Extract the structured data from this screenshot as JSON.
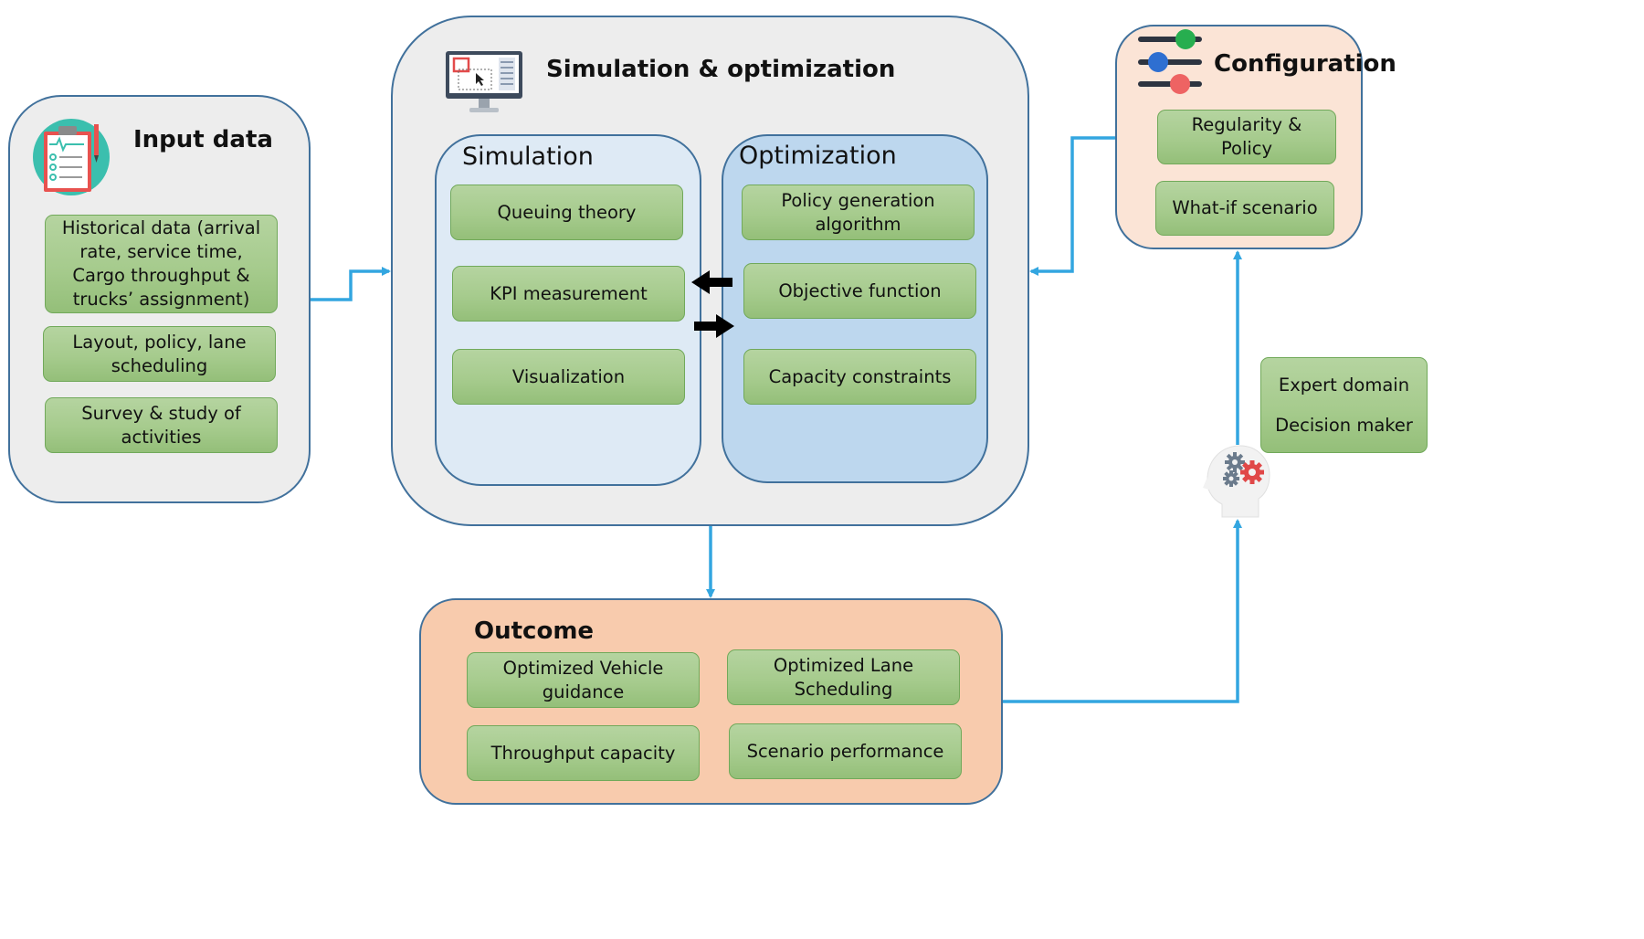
{
  "colors": {
    "panel_border": "#41719c",
    "panel_fill": "#ededed",
    "simulation_fill": "#deeaf5",
    "optimization_fill": "#bdd7ee",
    "outcome_fill": "#f8cbad",
    "config_fill": "#fbe4d6",
    "green_box": "#a9d18e",
    "connector": "#33a6e0",
    "arrow": "#000000"
  },
  "input_data": {
    "title": "Input data",
    "icon": "clipboard-checklist-icon",
    "items": [
      "Historical data (arrival rate, service time, Cargo throughput & trucks’ assignment)",
      "Layout, policy, lane scheduling",
      "Survey & study of activities"
    ]
  },
  "simulation_optimization": {
    "title": "Simulation & optimization",
    "icon": "computer-monitor-icon",
    "simulation": {
      "title": "Simulation",
      "items": [
        "Queuing theory",
        "KPI measurement",
        "Visualization"
      ]
    },
    "optimization": {
      "title": "Optimization",
      "items": [
        "Policy generation algorithm",
        "Objective function",
        "Capacity constraints"
      ]
    }
  },
  "configuration": {
    "title": "Configuration",
    "icon": "sliders-icon",
    "items": [
      "Regularity & Policy",
      "What-if scenario"
    ]
  },
  "expert": {
    "items": [
      "Expert domain",
      "Decision maker"
    ],
    "icon": "head-gears-icon"
  },
  "outcome": {
    "title": "Outcome",
    "items": [
      "Optimized Vehicle guidance",
      "Optimized Lane Scheduling",
      "Throughput capacity",
      "Scenario performance"
    ]
  }
}
